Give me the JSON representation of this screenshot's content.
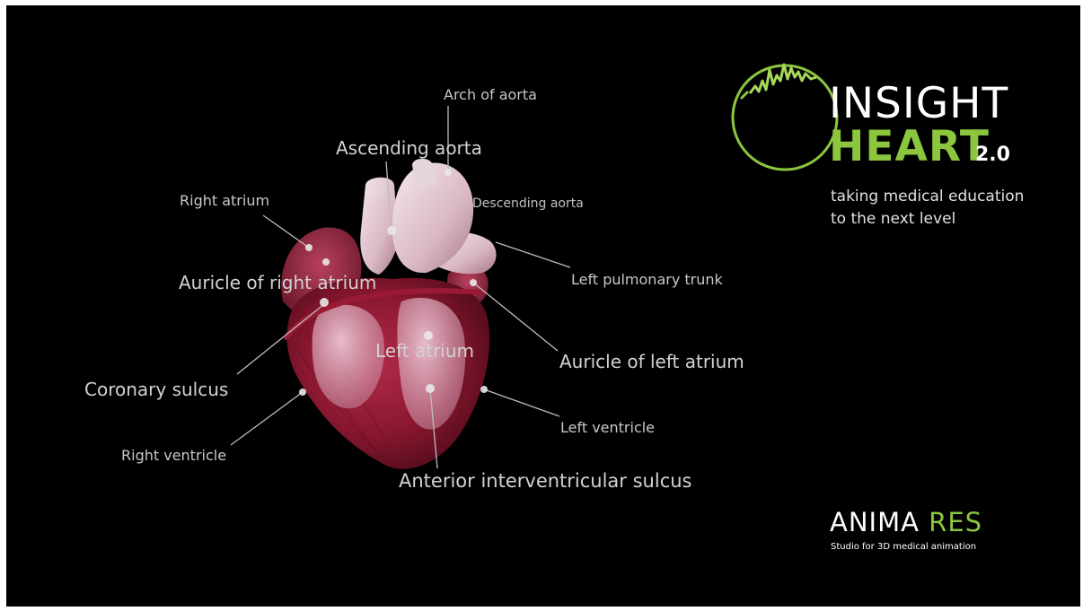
{
  "labels": [
    {
      "id": "arch-of-aorta",
      "text": "Arch of aorta"
    },
    {
      "id": "ascending-aorta",
      "text": "Ascending aorta"
    },
    {
      "id": "right-atrium",
      "text": "Right atrium"
    },
    {
      "id": "descending-aorta",
      "text": "Descending aorta"
    },
    {
      "id": "auricle-of-right-atrium",
      "text": "Auricle of right atrium"
    },
    {
      "id": "left-pulmonary-trunk",
      "text": "Left pulmonary trunk"
    },
    {
      "id": "left-atrium",
      "text": "Left atrium"
    },
    {
      "id": "auricle-of-left-atrium",
      "text": "Auricle of left atrium"
    },
    {
      "id": "coronary-sulcus",
      "text": "Coronary sulcus"
    },
    {
      "id": "left-ventricle",
      "text": "Left ventricle"
    },
    {
      "id": "right-ventricle",
      "text": "Right ventricle"
    },
    {
      "id": "anterior-interventricular-sulcus",
      "text": "Anterior interventricular sulcus"
    }
  ],
  "logo": {
    "line1": "INSIGHT",
    "line2": "HEART",
    "version": "2.0",
    "tagline_1": "taking medical education",
    "tagline_2": "to the next level",
    "accent_color": "#8cc63f"
  },
  "studio": {
    "name_a": "ANIMA ",
    "name_b": "RES",
    "subtitle": "Studio for 3D medical animation"
  },
  "icons": [
    "heart-illustration",
    "ring-logo-icon"
  ]
}
